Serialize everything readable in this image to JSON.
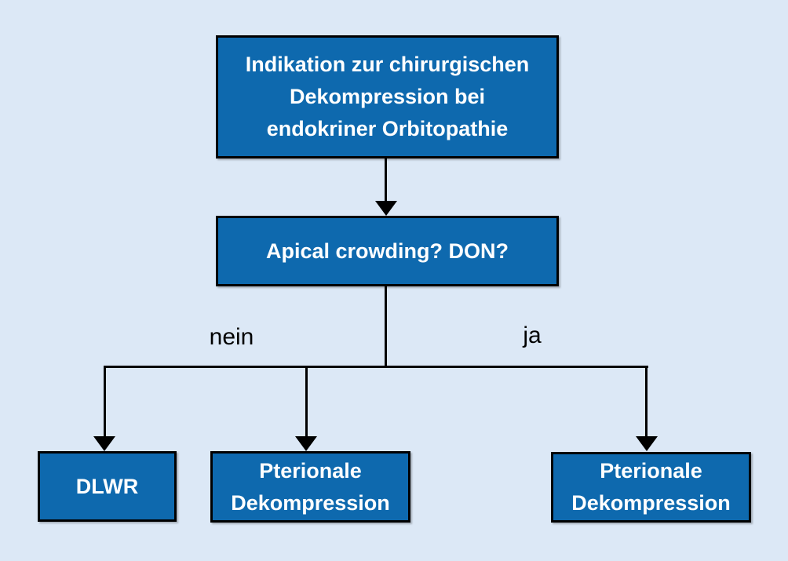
{
  "diagram": {
    "type": "flowchart",
    "colors": {
      "background": "#dce8f6",
      "node_fill": "#0e69ae",
      "node_border": "#000000",
      "node_text": "#ffffff",
      "connector": "#000000",
      "branch_label_text": "#000000"
    },
    "nodes": {
      "root": {
        "label": "Indikation zur chirurgischen\nDekompression bei\nendokriner Orbitopathie"
      },
      "decision": {
        "label": "Apical crowding? DON?"
      },
      "outcome_left": {
        "label": "DLWR"
      },
      "outcome_middle": {
        "label": "Pterionale\nDekompression"
      },
      "outcome_right": {
        "label": "Pterionale\nDekompression"
      }
    },
    "branches": {
      "no_label": "nein",
      "yes_label": "ja"
    }
  }
}
